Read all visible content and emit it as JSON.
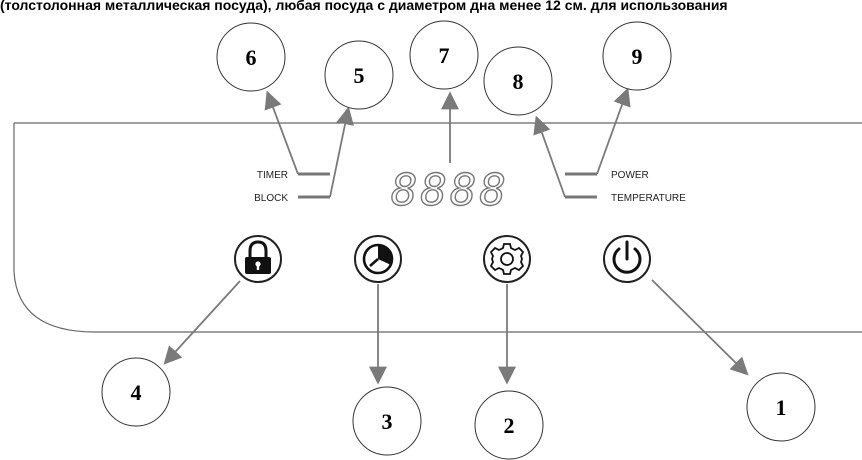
{
  "header_text": "(толстолонная металлическая посуда), любая посуда с диаметром дна менее 12 см. для использования",
  "panel": {
    "labels": {
      "timer": "TIMER",
      "block": "BLOCK",
      "power": "POWER",
      "temperature": "TEMPERATURE"
    },
    "display_value": "8888"
  },
  "callouts": [
    {
      "number": "1",
      "target": "power-button"
    },
    {
      "number": "2",
      "target": "settings-button"
    },
    {
      "number": "3",
      "target": "timer-button"
    },
    {
      "number": "4",
      "target": "lock-button"
    },
    {
      "number": "5",
      "target": "block-indicator"
    },
    {
      "number": "6",
      "target": "timer-indicator"
    },
    {
      "number": "7",
      "target": "digital-display"
    },
    {
      "number": "8",
      "target": "temperature-indicator"
    },
    {
      "number": "9",
      "target": "power-indicator"
    }
  ],
  "icons": [
    "lock-icon",
    "timer-icon",
    "gear-icon",
    "power-icon"
  ],
  "colors": {
    "stroke": "#555555",
    "text": "#000000",
    "arrow": "#7a7a7a"
  }
}
